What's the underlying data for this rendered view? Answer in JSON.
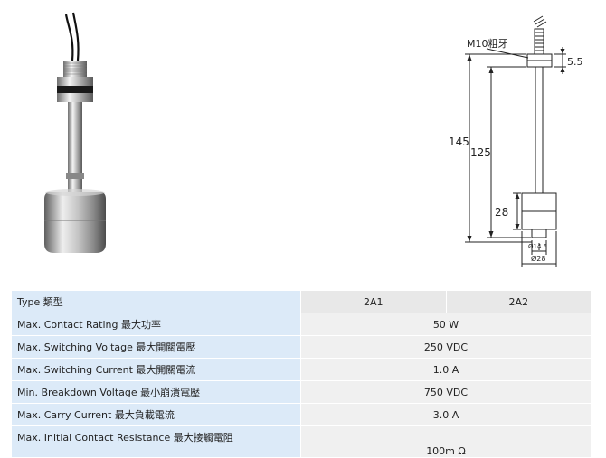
{
  "drawing": {
    "thread_label": "M10粗牙",
    "dim_5_5": "5.5",
    "dim_145": "145",
    "dim_125": "125",
    "dim_28": "28",
    "dia_small": "Ø14.5",
    "dia_large": "Ø28"
  },
  "spec_table": {
    "header": {
      "label": "Type 類型",
      "col1": "2A1",
      "col2": "2A2"
    },
    "rows": [
      {
        "label": "Max. Contact Rating  最大功率",
        "value": "50 W"
      },
      {
        "label": "Max. Switching Voltage  最大開關電壓",
        "value": "250 VDC"
      },
      {
        "label": "Max. Switching Current  最大開關電流",
        "value": "1.0 A"
      },
      {
        "label": "Min. Breakdown Voltage  最小崩潰電壓",
        "value": "750 VDC"
      },
      {
        "label": "Max. Carry Current  最大負載電流",
        "value": "3.0 A"
      },
      {
        "label": "Max. Initial Contact Resistance  最大接觸電阻",
        "value": "100m Ω"
      }
    ]
  }
}
